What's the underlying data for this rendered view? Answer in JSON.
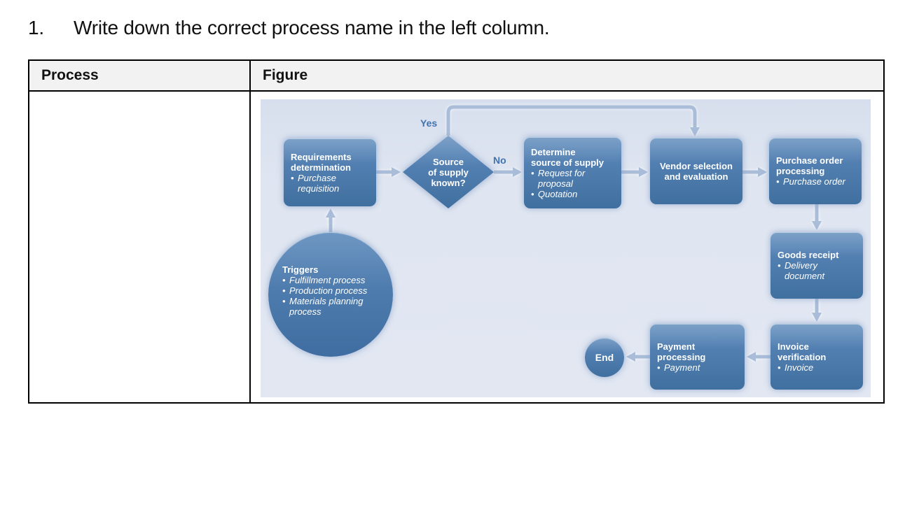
{
  "question": {
    "number": "1.",
    "text": "Write down the correct process name in the left column."
  },
  "table": {
    "process_header": "Process",
    "figure_header": "Figure",
    "process_answer": ""
  },
  "figure": {
    "bullet_char": "•",
    "labels": {
      "yes": "Yes",
      "no": "No"
    },
    "nodes": {
      "requirements": {
        "lines": [
          "Requirements",
          "determination"
        ],
        "bullets": [
          "Purchase requisition"
        ]
      },
      "decision": {
        "lines": [
          "Source",
          "of supply",
          "known?"
        ]
      },
      "determine": {
        "lines": [
          "Determine",
          "source of supply"
        ],
        "bullets": [
          "Request for proposal",
          "Quotation"
        ]
      },
      "vendor": {
        "lines": [
          "Vendor selection",
          "and evaluation"
        ]
      },
      "purchase_order": {
        "lines": [
          "Purchase order",
          "processing"
        ],
        "bullets": [
          "Purchase order"
        ]
      },
      "goods_receipt": {
        "lines": [
          "Goods receipt"
        ],
        "bullets": [
          "Delivery document"
        ]
      },
      "invoice": {
        "lines": [
          "Invoice",
          "verification"
        ],
        "bullets": [
          "Invoice"
        ]
      },
      "payment": {
        "lines": [
          "Payment",
          "processing"
        ],
        "bullets": [
          "Payment"
        ]
      },
      "end": {
        "lines": [
          "End"
        ]
      },
      "triggers": {
        "lines": [
          "Triggers"
        ],
        "bullets": [
          "Fulfillment process",
          "Production process",
          "Materials planning process"
        ]
      }
    },
    "colors": {
      "node_gradient_top": "#7da2c9",
      "node_gradient_bottom": "#40709f",
      "arrow": "#a9bcd8",
      "figure_background": "#e0e6f1",
      "edge_label_text": "#4273ac",
      "node_text": "#ffffff"
    }
  }
}
